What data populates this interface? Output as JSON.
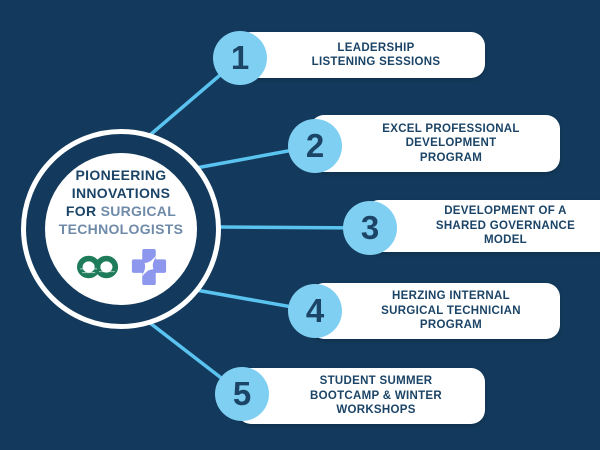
{
  "colors": {
    "background": "#133A5C",
    "bubble_light_blue": "#7FCFF2",
    "connector_blue": "#5AC3EF",
    "navy_text": "#1B4467",
    "slate_text": "#6F8BA9",
    "pill_background": "#FFFFFF",
    "logo_green": "#1E7C5B",
    "logo_periwinkle": "#8D97EE"
  },
  "hub": {
    "title_dark_lines": "PIONEERING\nINNOVATIONS",
    "title_for": "FOR",
    "title_light_word": "SURGICAL",
    "title_light_line": "TECHNOLOGISTS",
    "icons": [
      "infinity-rings-icon",
      "cross-sparkle-icon"
    ]
  },
  "items": [
    {
      "number": "1",
      "label": "LEADERSHIP\nLISTENING SESSIONS"
    },
    {
      "number": "2",
      "label": "EXCEL PROFESSIONAL\nDEVELOPMENT\nPROGRAM"
    },
    {
      "number": "3",
      "label": "DEVELOPMENT OF A\nSHARED GOVERNANCE\nMODEL"
    },
    {
      "number": "4",
      "label": "HERZING INTERNAL\nSURGICAL TECHNICIAN\nPROGRAM"
    },
    {
      "number": "5",
      "label": "STUDENT SUMMER\nBOOTCAMP & WINTER\nWORKSHOPS"
    }
  ]
}
